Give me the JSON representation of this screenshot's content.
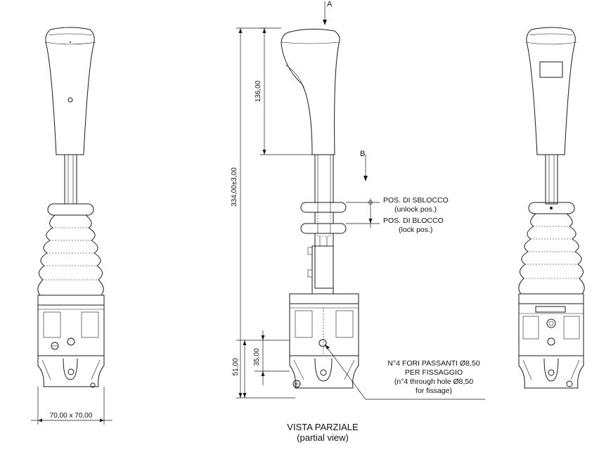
{
  "views": {
    "front": {
      "width_dim": "70,00 x 70,00"
    },
    "side": {
      "section_a": "A",
      "section_b": "B",
      "dim_total": "334,00±3,00",
      "dim_knob": "136,00",
      "dim_base_total": "51,00",
      "dim_base_inner": "35,00",
      "unlock_label_it": "POS. DI SBLOCCO",
      "unlock_label_en": "(unlock pos.)",
      "lock_label_it": "POS. DI BLOCCO",
      "lock_label_en": "(lock pos.)",
      "holes_line1": "N°4 FORI PASSANTI Ø8,50",
      "holes_line2": "PER FISSAGGIO",
      "holes_line3": "(n°4 through hole Ø8,50",
      "holes_line4": "for fissage)"
    },
    "caption_it": "VISTA PARZIALE",
    "caption_en": "(partial view)"
  },
  "colors": {
    "line": "#1a1a1a",
    "background": "#ffffff"
  }
}
